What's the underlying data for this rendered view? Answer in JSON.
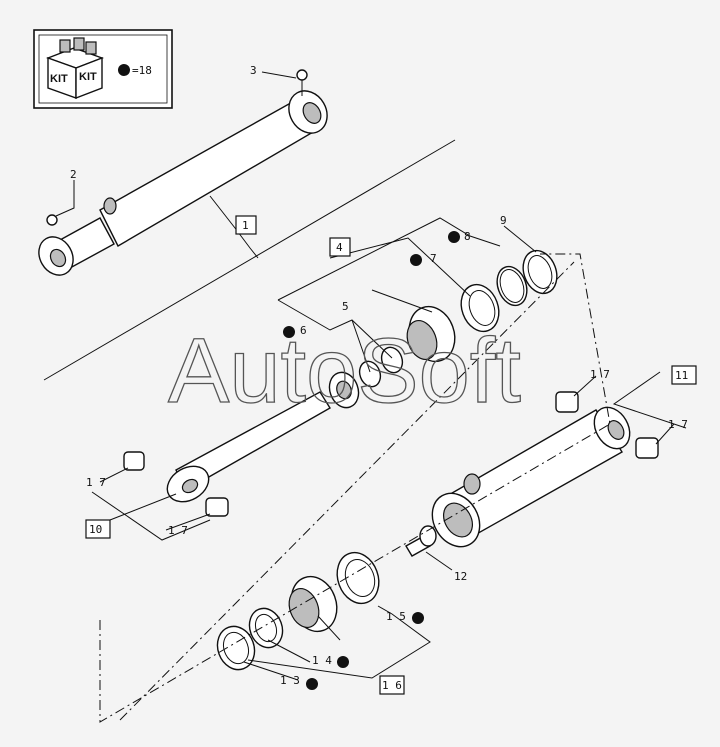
{
  "kit_legend": {
    "kit_label_1": "KIT",
    "kit_label_2": "KIT",
    "equals_text": "=18",
    "marker": "filled-dot"
  },
  "watermark": "AutoSoft",
  "callouts": {
    "c1": "1",
    "c2": "2",
    "c3": "3",
    "c4": "4",
    "c5": "5",
    "c6": "6",
    "c7": "7",
    "c8": "8",
    "c9": "9",
    "c10": "10",
    "c11": "11",
    "c12": "12",
    "c13": "1 3",
    "c14": "1 4",
    "c15": "1 5",
    "c16": "1 6",
    "c17a": "1 7",
    "c17b": "1 7",
    "c17c": "1 7",
    "c17d": "1 7"
  },
  "kit_marked_parts": [
    "6",
    "7",
    "8",
    "13",
    "14",
    "15"
  ]
}
